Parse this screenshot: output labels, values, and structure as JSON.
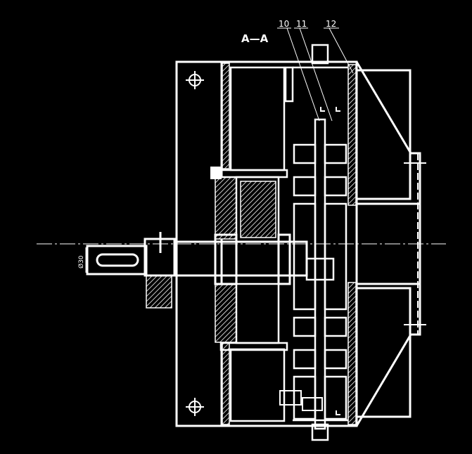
{
  "section_label": "A—A",
  "part_numbers": [
    "10",
    "11",
    "12"
  ],
  "dimension_label": "Ø30",
  "colors": {
    "background": "#000000",
    "line": "#ffffff"
  }
}
